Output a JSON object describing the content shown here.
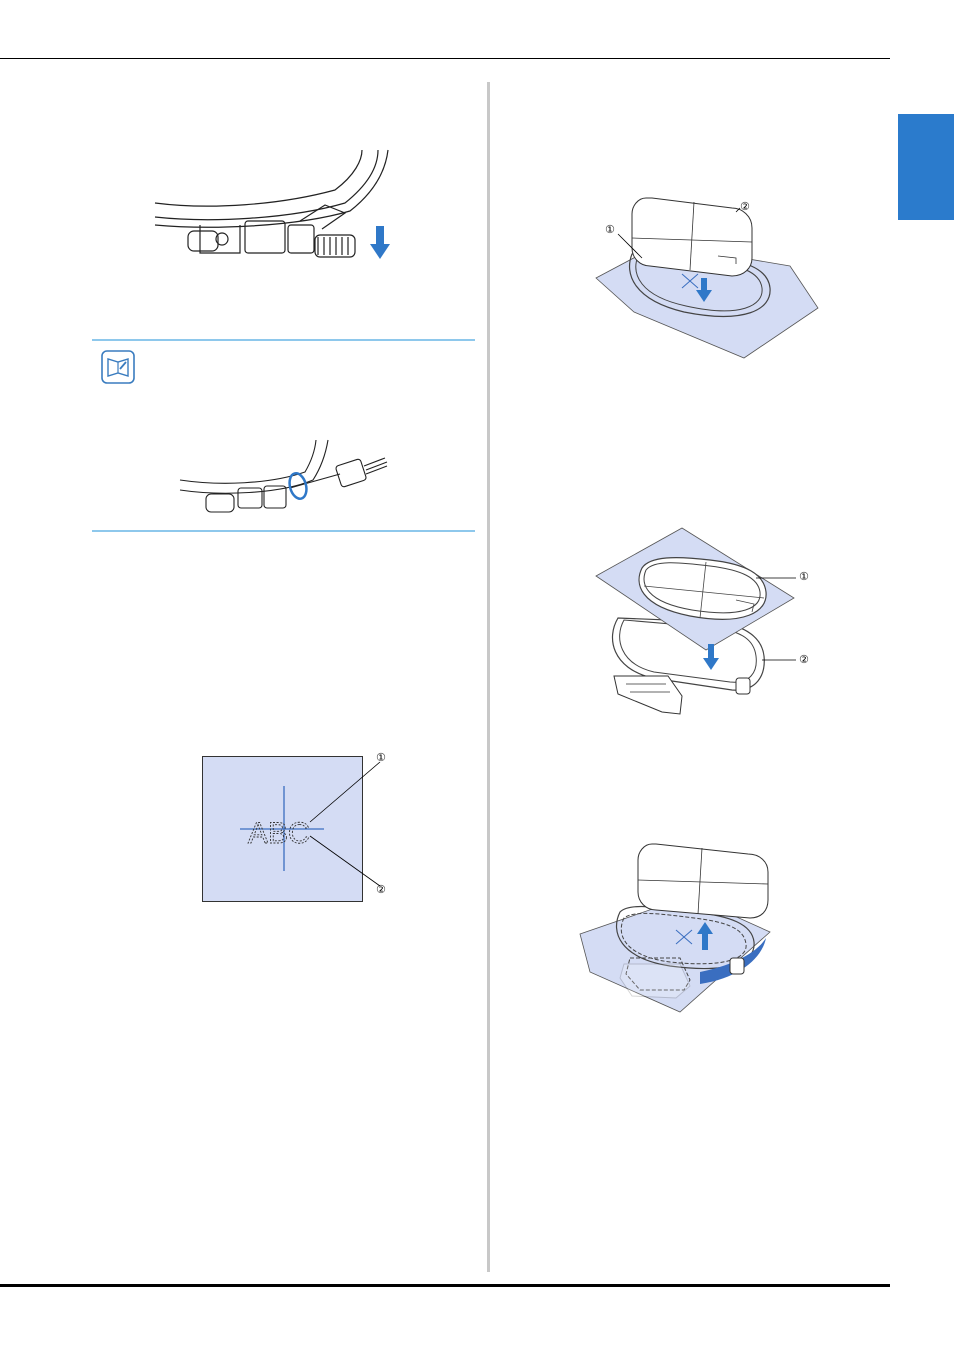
{
  "callouts": {
    "fig_stabilizer_label_1": "①",
    "fig_stabilizer_label_2": "②",
    "fig_hoop_label_1": "①",
    "fig_hoop_label_2": "②",
    "fig_abc_label_1": "①",
    "fig_abc_label_2": "②"
  },
  "fig_abc": {
    "text": "ABC"
  },
  "colors": {
    "accent": "#2b7bcc",
    "fabric": "#d4dcf4",
    "memo_rule": "#8ec8ec",
    "arrow": "#2f78c8"
  },
  "icons": {
    "memo": "memo-book-icon"
  }
}
